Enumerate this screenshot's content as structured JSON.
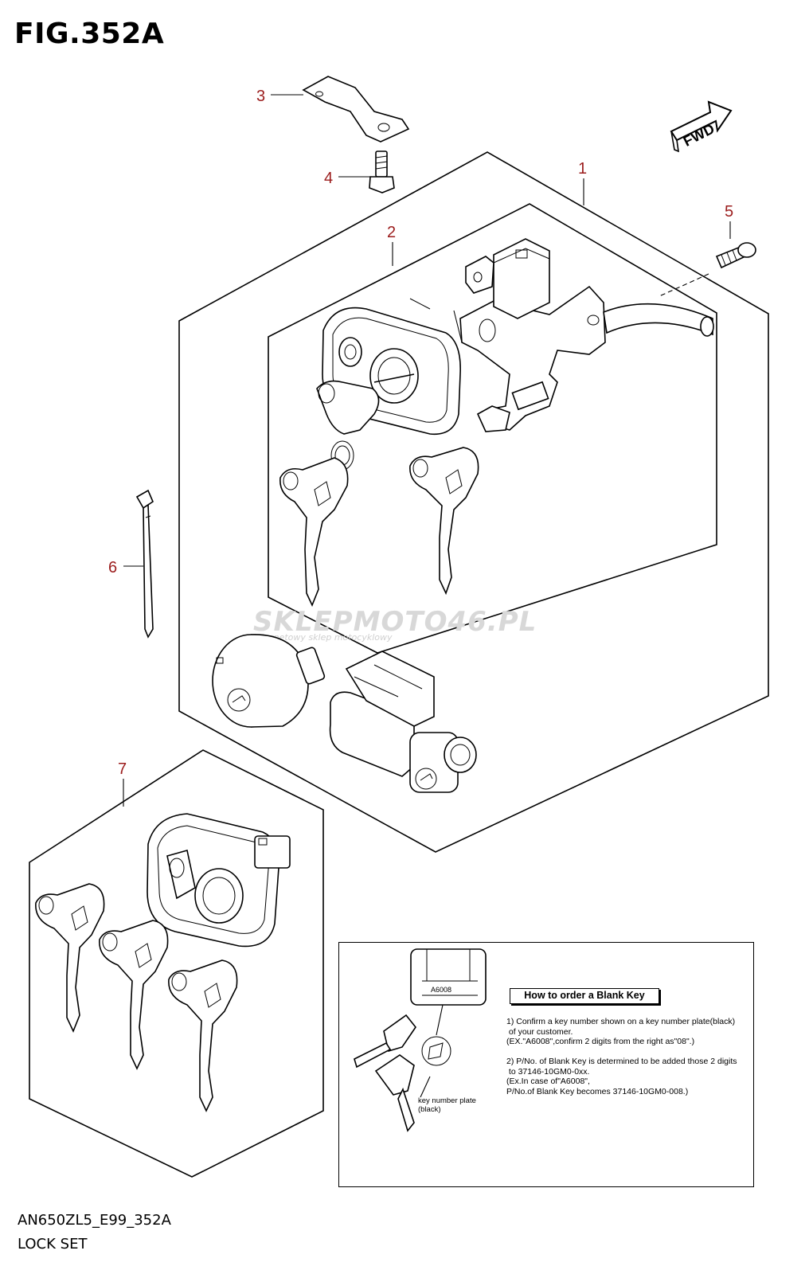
{
  "figure": {
    "title": "FIG.352A",
    "model_code": "AN650ZL5_E99_352A",
    "name": "LOCK SET"
  },
  "callouts": [
    {
      "number": "1",
      "part": "lock-set"
    },
    {
      "number": "2",
      "part": "ignition-switch-assembly"
    },
    {
      "number": "3",
      "part": "bracket"
    },
    {
      "number": "4",
      "part": "bolt"
    },
    {
      "number": "5",
      "part": "screw"
    },
    {
      "number": "6",
      "part": "cable-tie"
    },
    {
      "number": "7",
      "part": "key-set"
    }
  ],
  "direction_indicator": "FWD",
  "watermark": {
    "brand": "SKLEPMOTO46.PL",
    "tagline": "internetowy sklep motocyklowy"
  },
  "info": {
    "title": "How to order a Blank Key",
    "plate_code": "A6008",
    "plate_label": "key number plate\n(black)",
    "step1": "1) Confirm a key number shown on a key number plate(black)\n of your customer.\n(EX.\"A6008\",confirm 2 digits from the right as\"08\".)",
    "step2": "2) P/No. of Blank Key is determined to be added those 2 digits\n to 37146-10GM0-0xx.\n(Ex.In case of\"A6008\",\nP/No.of Blank Key becomes 37146-10GM0-008.)"
  },
  "colors": {
    "callout": "#9b1c1c",
    "line": "#000000",
    "watermark": "#d8d8d8"
  }
}
